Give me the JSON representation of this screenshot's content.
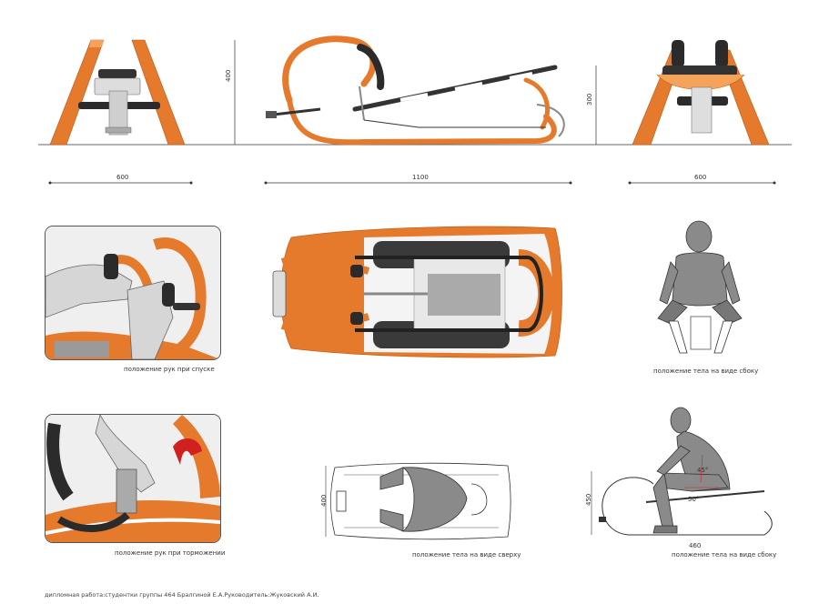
{
  "dimensions": {
    "front_width": "600",
    "side_height": "400",
    "side_length": "1100",
    "rear_height": "300",
    "rear_width": "600",
    "top_view_width": "400",
    "side_view_height": "450",
    "side_view_depth": "460",
    "knee_angle": "45°",
    "hip_angle": "50°"
  },
  "captions": {
    "hands_descent": "положение рук при спуске",
    "body_side_1": "положение тела на виде сбоку",
    "hands_braking": "положение рук при торможении",
    "body_top": "положение тела на виде сверху",
    "body_side_2": "положение тела на виде сбоку"
  },
  "footer": "дипломная работа:студентки группы 464 Бралгиной Е.А.Руководитель:Жуковский А.И.",
  "colors": {
    "wood": "#e67a2c",
    "wood_dark": "#c9601a",
    "wood_light": "#f5a35a",
    "metal": "#b8b8b8",
    "grip": "#2b2b2b",
    "figure": "#8a8a8a",
    "line": "#333333"
  }
}
